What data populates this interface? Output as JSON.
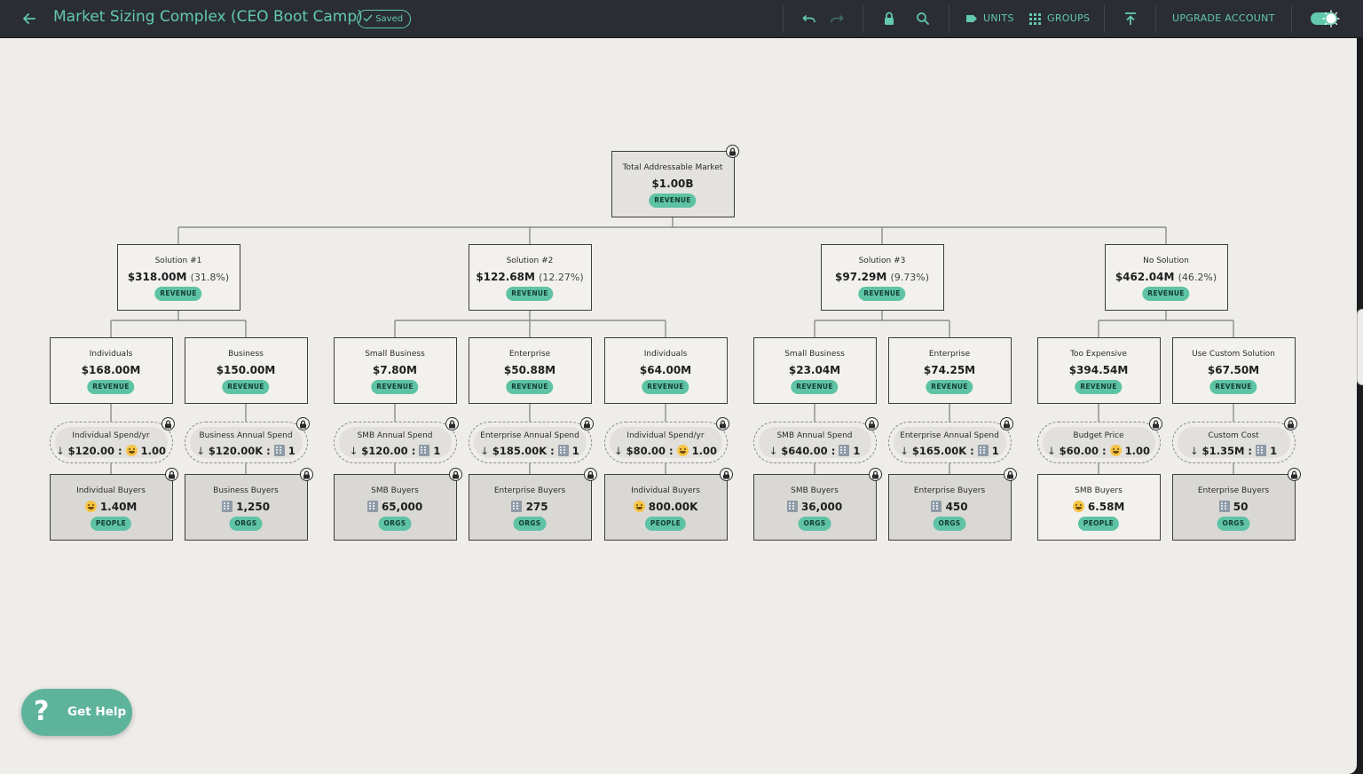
{
  "header": {
    "title": "Market Sizing Complex (CEO Boot Camp)",
    "saved_label": "Saved",
    "units_label": "UNITS",
    "groups_label": "GROUPS",
    "upgrade_label": "UPGRADE ACCOUNT",
    "accent_color": "#62c9ac",
    "icons": [
      "back-arrow-icon",
      "check-icon",
      "undo-icon",
      "redo-icon",
      "lock-icon",
      "search-icon",
      "tag-icon",
      "grid-icon",
      "publish-icon",
      "theme-toggle-icon"
    ]
  },
  "tree": {
    "root": {
      "label": "Total Addressable Market",
      "value": "$1.00B",
      "badge": "REVENUE",
      "locked": true
    },
    "solutions": [
      {
        "label": "Solution #1",
        "value": "$318.00M",
        "pct": "(31.8%)",
        "badge": "REVENUE"
      },
      {
        "label": "Solution #2",
        "value": "$122.68M",
        "pct": "(12.27%)",
        "badge": "REVENUE"
      },
      {
        "label": "Solution #3",
        "value": "$97.29M",
        "pct": "(9.73%)",
        "badge": "REVENUE"
      },
      {
        "label": "No Solution",
        "value": "$462.04M",
        "pct": "(46.2%)",
        "badge": "REVENUE"
      }
    ],
    "segments": [
      {
        "label": "Individuals",
        "value": "$168.00M",
        "badge": "REVENUE",
        "driver": {
          "label": "Individual Spend/yr",
          "arrow": "↓",
          "value": "$120.00",
          "sep": ":",
          "unit": "face",
          "qty": "1.00"
        },
        "leaf": {
          "label": "Individual Buyers",
          "unit": "face",
          "value": "1.40M",
          "badge": "PEOPLE"
        }
      },
      {
        "label": "Business",
        "value": "$150.00M",
        "badge": "REVENUE",
        "driver": {
          "label": "Business Annual Spend",
          "arrow": "↓",
          "value": "$120.00K",
          "sep": ":",
          "unit": "building",
          "qty": "1"
        },
        "leaf": {
          "label": "Business Buyers",
          "unit": "building",
          "value": "1,250",
          "badge": "ORGS"
        }
      },
      {
        "label": "Small Business",
        "value": "$7.80M",
        "badge": "REVENUE",
        "driver": {
          "label": "SMB Annual Spend",
          "arrow": "↓",
          "value": "$120.00",
          "sep": ":",
          "unit": "building",
          "qty": "1"
        },
        "leaf": {
          "label": "SMB Buyers",
          "unit": "building",
          "value": "65,000",
          "badge": "ORGS"
        }
      },
      {
        "label": "Enterprise",
        "value": "$50.88M",
        "badge": "REVENUE",
        "driver": {
          "label": "Enterprise Annual Spend",
          "arrow": "↓",
          "value": "$185.00K",
          "sep": ":",
          "unit": "building",
          "qty": "1"
        },
        "leaf": {
          "label": "Enterprise Buyers",
          "unit": "building",
          "value": "275",
          "badge": "ORGS"
        }
      },
      {
        "label": "Individuals",
        "value": "$64.00M",
        "badge": "REVENUE",
        "driver": {
          "label": "Individual Spend/yr",
          "arrow": "↓",
          "value": "$80.00",
          "sep": ":",
          "unit": "face",
          "qty": "1.00"
        },
        "leaf": {
          "label": "Individual Buyers",
          "unit": "face",
          "value": "800.00K",
          "badge": "PEOPLE"
        }
      },
      {
        "label": "Small Business",
        "value": "$23.04M",
        "badge": "REVENUE",
        "driver": {
          "label": "SMB Annual Spend",
          "arrow": "↓",
          "value": "$640.00",
          "sep": ":",
          "unit": "building",
          "qty": "1"
        },
        "leaf": {
          "label": "SMB Buyers",
          "unit": "building",
          "value": "36,000",
          "badge": "ORGS"
        }
      },
      {
        "label": "Enterprise",
        "value": "$74.25M",
        "badge": "REVENUE",
        "driver": {
          "label": "Enterprise Annual Spend",
          "arrow": "↓",
          "value": "$165.00K",
          "sep": ":",
          "unit": "building",
          "qty": "1"
        },
        "leaf": {
          "label": "Enterprise Buyers",
          "unit": "building",
          "value": "450",
          "badge": "ORGS"
        }
      },
      {
        "label": "Too Expensive",
        "value": "$394.54M",
        "badge": "REVENUE",
        "driver": {
          "label": "Budget Price",
          "arrow": "↓",
          "value": "$60.00",
          "sep": ":",
          "unit": "face",
          "qty": "1.00"
        },
        "leaf": {
          "label": "SMB Buyers",
          "unit": "face",
          "value": "6.58M",
          "badge": "PEOPLE"
        }
      },
      {
        "label": "Use Custom Solution",
        "value": "$67.50M",
        "badge": "REVENUE",
        "driver": {
          "label": "Custom Cost",
          "arrow": "↓",
          "value": "$1.35M",
          "sep": ":",
          "unit": "building",
          "qty": "1"
        },
        "leaf": {
          "label": "Enterprise Buyers",
          "unit": "building",
          "value": "50",
          "badge": "ORGS"
        }
      }
    ],
    "badge_color": "#5ec3a4"
  },
  "help": {
    "label": "Get Help",
    "symbol": "?"
  }
}
